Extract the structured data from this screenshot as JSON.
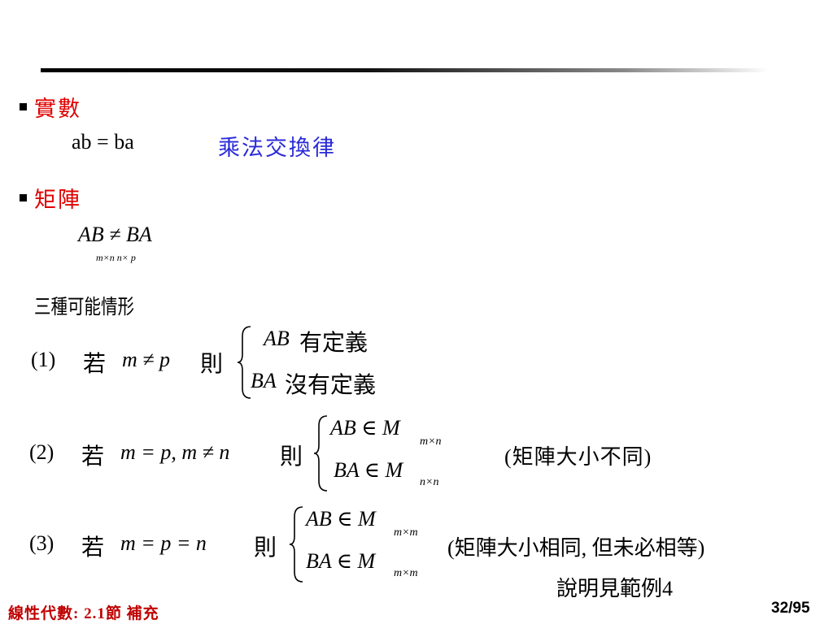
{
  "slide": {
    "real": {
      "heading": "實數",
      "equation": "ab = ba",
      "law": "乘法交換律"
    },
    "matrix": {
      "heading": "矩陣",
      "equation": "AB ≠ BA",
      "dims": "m×n n× p",
      "three_cases": "三種可能情形"
    },
    "case1": {
      "num": "(1)",
      "if": "若",
      "cond": "m ≠ p",
      "then": "則",
      "line1_math": "AB",
      "line1_text": "有定義",
      "line2_math": "BA",
      "line2_text": "沒有定義"
    },
    "case2": {
      "num": "(2)",
      "if": "若",
      "cond": "m = p, m ≠ n",
      "then": "則",
      "line1": "AB ∈ M",
      "line1_sub": "m×n",
      "line2": "BA ∈ M",
      "line2_sub": "n×n",
      "note": "(矩陣大小不同)"
    },
    "case3": {
      "num": "(3)",
      "if": "若",
      "cond": "m = p = n",
      "then": "則",
      "line1": "AB ∈ M",
      "line1_sub": "m×m",
      "line2": "BA ∈ M",
      "line2_sub": "m×m",
      "note": "(矩陣大小相同, 但未必相等)",
      "see": "說明見範例4"
    }
  },
  "footer": {
    "course": "線性代數: 2.1節 補充",
    "page": "32/95"
  },
  "colors": {
    "heading": "#e00000",
    "law": "#2a2ad8",
    "footer_course": "#c00000"
  }
}
